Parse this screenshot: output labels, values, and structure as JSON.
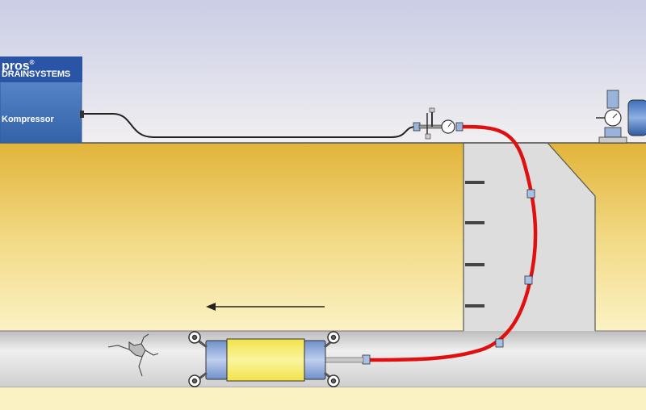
{
  "labels": {
    "brand_name": "pros",
    "brand_mark": "®",
    "brand_subtitle": "DRAINSYSTEMS",
    "compressor": "Kompressor"
  },
  "colors": {
    "sky_top": "#c9cde6",
    "sky_bottom": "#f1eff0",
    "soil_top": "#e2b43a",
    "soil_bottom": "#fbf2c4",
    "brand_blue": "#2a55a6",
    "compressor_blue": "#3f70b8",
    "hose_red": "#e01010",
    "pipe_gray": "#dcdcdc",
    "liner_yellow": "#f8ee7a",
    "packer_blue": "#8aa6d8"
  },
  "icons": [
    "pressure-gauge-icon",
    "valve-icon",
    "arrow-left-icon",
    "pipe-crack-icon",
    "wheel-icon"
  ]
}
